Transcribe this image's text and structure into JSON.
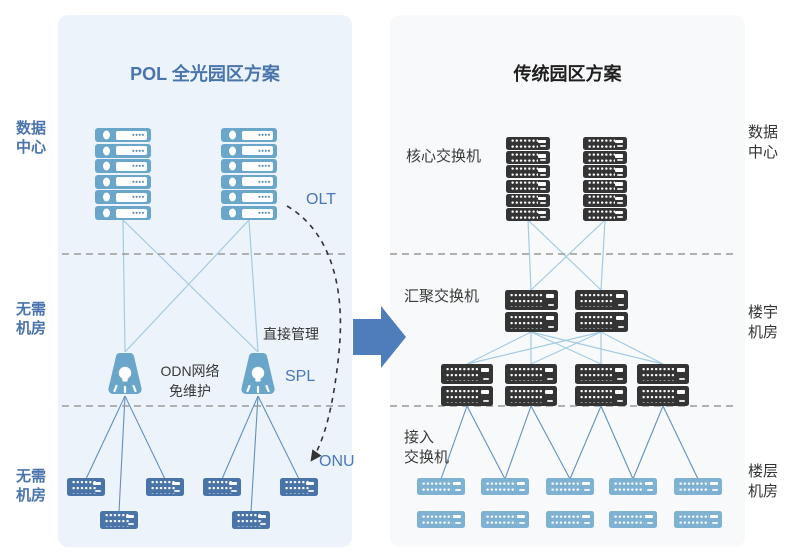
{
  "left_panel": {
    "title": "POL 全光园区方案",
    "side_labels": [
      "数据\n中心",
      "无需\n机房",
      "无需\n机房"
    ],
    "olt_label": "OLT",
    "odn_label": "ODN网络\n免维护",
    "direct_mgmt_label": "直接管理",
    "spl_label": "SPL",
    "onu_label": "ONU"
  },
  "right_panel": {
    "title": "传统园区方案",
    "core_label": "核心交换机",
    "agg_label": "汇聚交换机",
    "access_label": "接入\n交换机",
    "side_labels": [
      "数据\n中心",
      "楼宇\n机房",
      "楼层\n机房"
    ]
  },
  "colors": {
    "panel_left_bg": "#ecf3fa",
    "panel_right_bg": "#f8f9fa",
    "accent_blue": "#4a74ad",
    "device_blue": "#6aa6ca",
    "device_dark": "#343434",
    "device_onu_blue": "#4a74a8",
    "device_light_blue": "#7fb1d3",
    "line_light": "#a5cbe2",
    "line_medium": "#6290c1",
    "divider_gray": "#999999",
    "mgmt_dash": "#333333",
    "arrow_blue": "#4f7cba"
  }
}
